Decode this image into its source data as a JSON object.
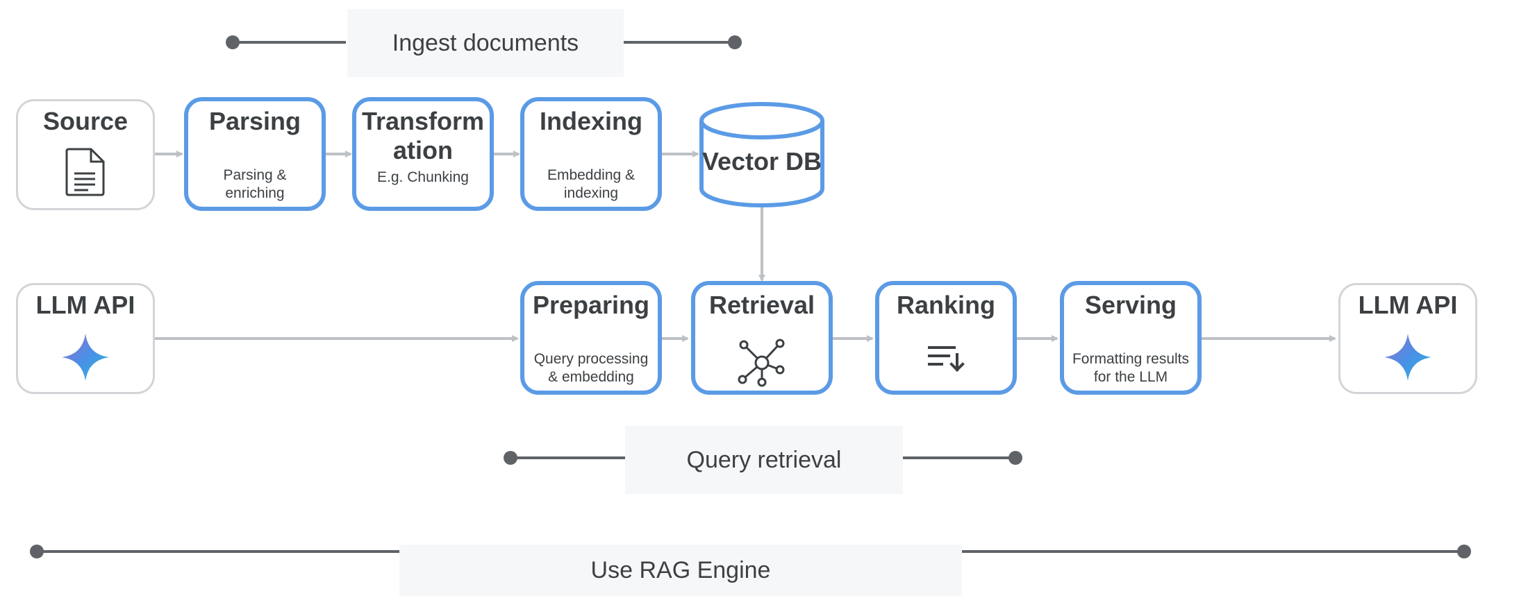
{
  "ingest": {
    "label": "Ingest documents",
    "source": {
      "title": "Source",
      "icon": "document-icon"
    },
    "parsing": {
      "title": "Parsing",
      "subtitle_line1": "Parsing &",
      "subtitle_line2": "enriching"
    },
    "transformation": {
      "title_line1": "Transform",
      "title_line2": "ation",
      "subtitle": "E.g. Chunking"
    },
    "indexing": {
      "title": "Indexing",
      "subtitle_line1": "Embedding &",
      "subtitle_line2": "indexing"
    },
    "vector_db": {
      "title": "Vector DB"
    }
  },
  "query": {
    "label": "Query retrieval",
    "llm_in": {
      "title": "LLM API",
      "icon": "gemini-sparkle-icon"
    },
    "preparing": {
      "title": "Preparing",
      "subtitle_line1": "Query processing",
      "subtitle_line2": "& embedding"
    },
    "retrieval": {
      "title": "Retrieval",
      "icon": "network-icon"
    },
    "ranking": {
      "title": "Ranking",
      "icon": "sort-icon"
    },
    "serving": {
      "title": "Serving",
      "subtitle_line1": "Formatting results",
      "subtitle_line2": "for the LLM"
    },
    "llm_out": {
      "title": "LLM API",
      "icon": "gemini-sparkle-icon"
    }
  },
  "engine": {
    "label": "Use RAG Engine"
  },
  "colors": {
    "accent_blue": "#5b9be6",
    "arrow_grey": "#bdc1c6",
    "bracket_dark": "#5f6368",
    "label_bg": "#f6f7f9"
  }
}
